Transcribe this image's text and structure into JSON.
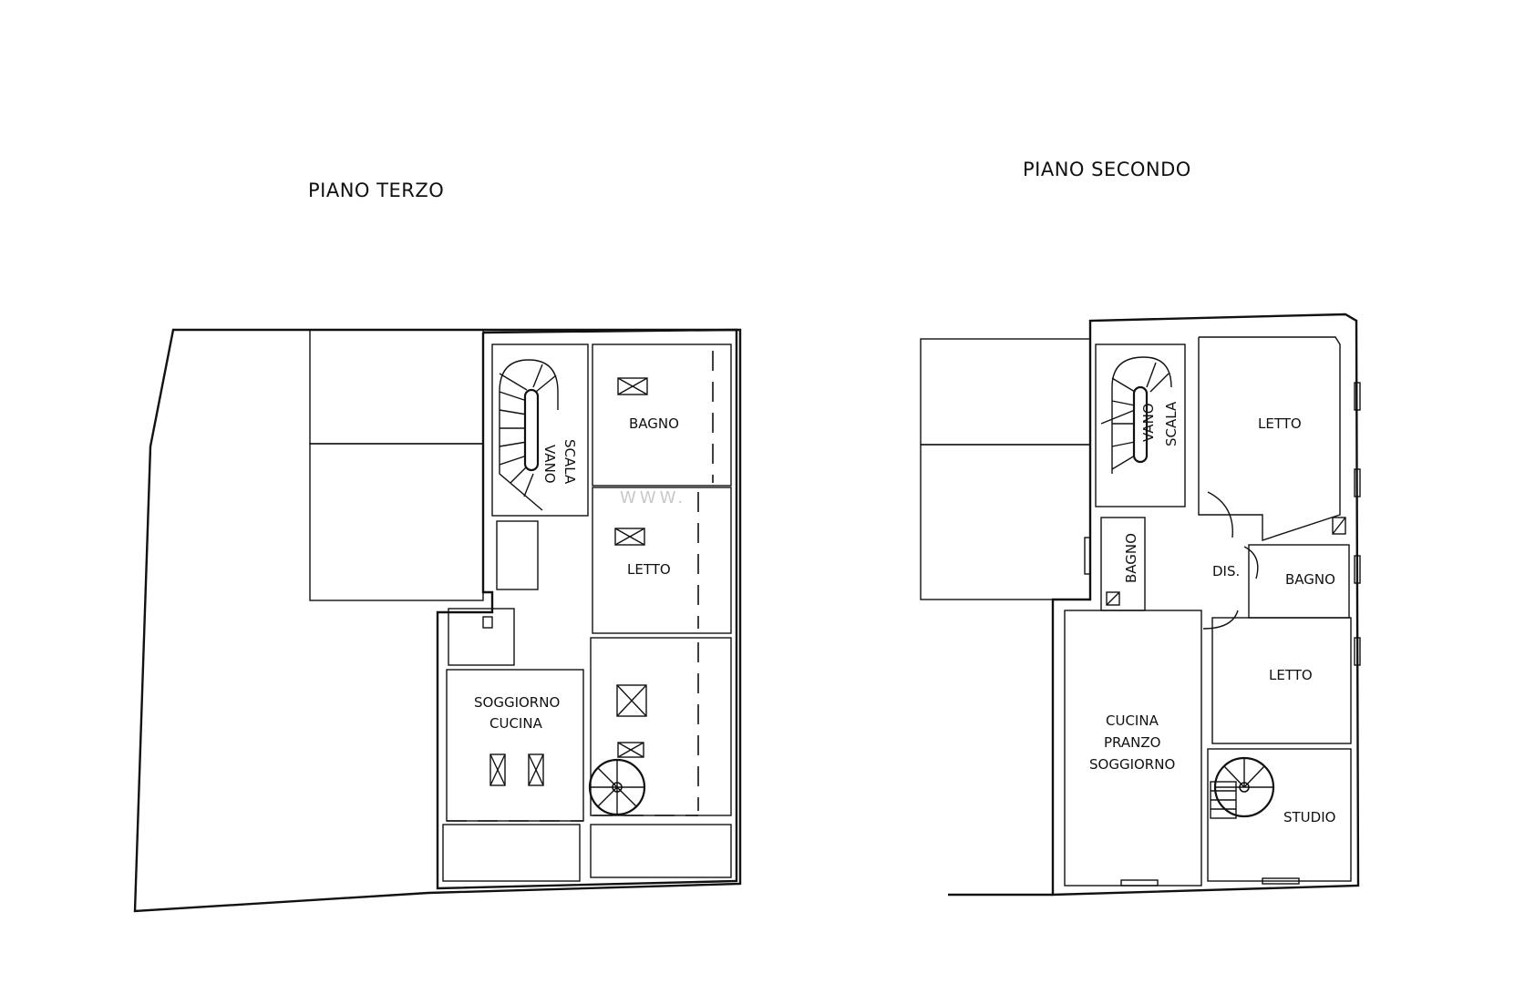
{
  "watermark": "WWW.",
  "floor_third": {
    "title": "PIANO TERZO",
    "rooms": {
      "bagno": "BAGNO",
      "letto": "LETTO",
      "vano": "VANO",
      "scala": "SCALA",
      "soggiorno": "SOGGIORNO",
      "cucina": "CUCINA"
    }
  },
  "floor_second": {
    "title": "PIANO SECONDO",
    "rooms": {
      "letto_1": "LETTO",
      "vano": "VANO",
      "scala": "SCALA",
      "bagno_1": "BAGNO",
      "dis": "DIS.",
      "bagno_2": "BAGNO",
      "letto_2": "LETTO",
      "cucina": "CUCINA",
      "pranzo": "PRANZO",
      "soggiorno": "SOGGIORNO",
      "studio": "STUDIO"
    }
  }
}
